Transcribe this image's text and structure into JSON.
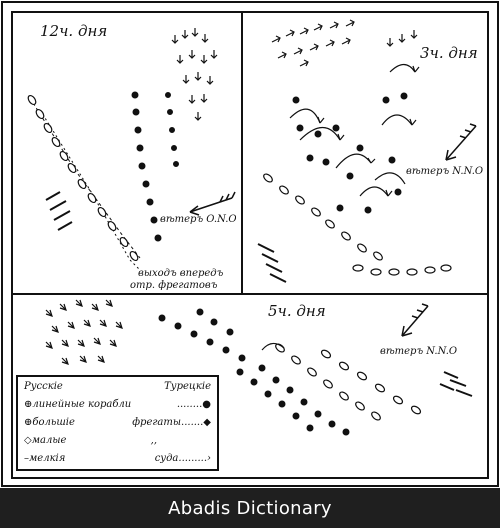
{
  "panels": {
    "noon": {
      "title": "12ч. дня",
      "wind": "вѣтеръ O.N.O",
      "note_line1": "выходъ впередъ",
      "note_line2": "отр. фрегатовъ"
    },
    "three": {
      "title": "3ч. дня",
      "wind": "вѣтеръ N.N.O"
    },
    "five": {
      "title": "5ч. дня",
      "wind": "вѣтеръ N.N.O"
    }
  },
  "legend": {
    "russian_header": "Русскiе",
    "turkish_header": "Турецкiе",
    "rows": [
      {
        "label": "линейные корабли",
        "turkish": "........"
      },
      {
        "label": "большiе",
        "middle": "фрегаты",
        "turkish": "......."
      },
      {
        "label": "малые",
        "middle": ",,"
      },
      {
        "label": "мелкiя",
        "middle": "суда",
        "turkish": "........."
      }
    ]
  },
  "footer": {
    "brand": "Abadis Dictionary"
  }
}
